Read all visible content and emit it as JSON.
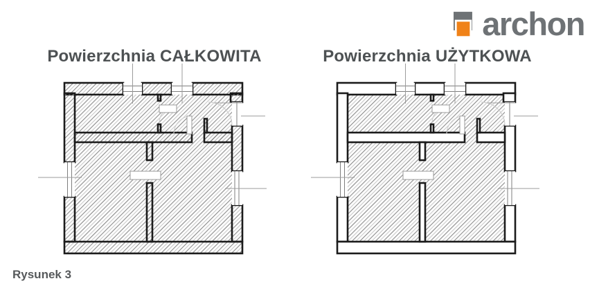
{
  "header": {
    "logo": {
      "text": "archon",
      "icon": "archon-logo-icon",
      "text_color": "#6E7275",
      "accent_color": "#F08218"
    }
  },
  "figures": {
    "left": {
      "title": "Powierzchnia CAŁKOWITA"
    },
    "right": {
      "title": "Powierzchnia UŻYTKOWA"
    }
  },
  "caption": "Rysunek 3",
  "colors": {
    "background": "#FFFFFF",
    "wall_line": "#1B1B1B",
    "hatch_dark": "#6F6F6F",
    "hatch_light": "#BCBCBC",
    "detail_line": "#9B9B9B",
    "glazing_line": "#7D7D7D",
    "leaf_line": "#9A9A9A",
    "arc_line": "#CFCFCF",
    "title_text": "#4D5153",
    "caption_text": "#56595B"
  }
}
